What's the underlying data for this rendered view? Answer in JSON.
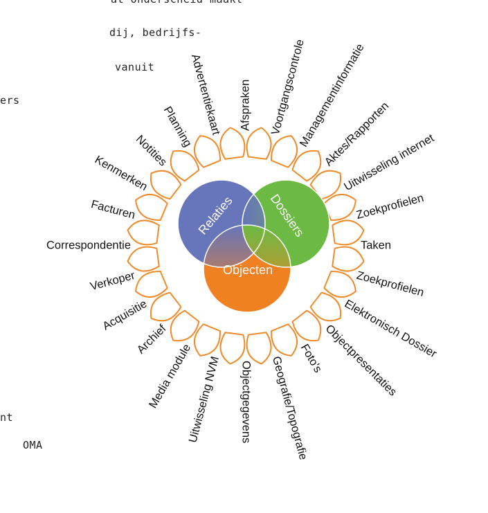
{
  "left_text": [
    "at onderscheid maakt",
    "dij, bedrijfs-",
    "vanuit",
    "ers",
    "nt",
    "OMA"
  ],
  "circles": [
    {
      "label": "Relaties",
      "color": "#6775ba"
    },
    {
      "label": "Dossiers",
      "color": "#6cba44"
    },
    {
      "label": "Objecten",
      "color": "#f08123"
    }
  ],
  "petal_color": "#ef8b2a",
  "labels": [
    "Afspraken",
    "Voortgangscontrole",
    "Managementinformatie",
    "Aktes/Rapporten",
    "Uitwisseling internet",
    "Zoekprofielen",
    "Taken",
    "Zoekprofielen",
    "Elektronisch Dossier",
    "Objectpresentaties",
    "Foto's",
    "Geografie/Topografie",
    "Objectgegevens",
    "Uitwisseling NVM",
    "Media module",
    "Archief",
    "Acquisitie",
    "Verkoper",
    "Correspondentie",
    "Facturen",
    "Kenmerken",
    "Notities",
    "Planning",
    "Advertentiekaart"
  ]
}
